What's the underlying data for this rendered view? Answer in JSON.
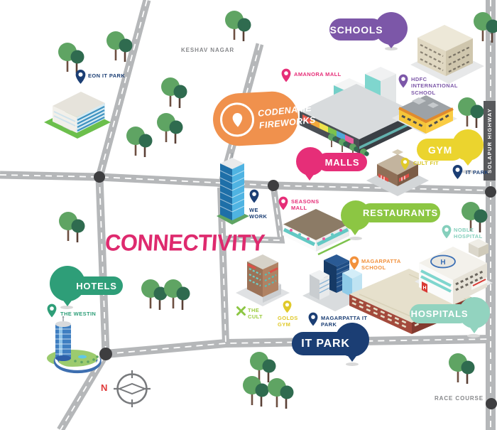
{
  "title": "CONNECTIVITY",
  "title_color": "#DE2A6E",
  "compass": {
    "north": "N"
  },
  "areas": {
    "keshav_nagar": "KESHAV NAGAR",
    "solapur_highway": "SOLAPUR HIGHWAY",
    "race_course": "RACE COURSE"
  },
  "project": {
    "name_line1": "CODENAME",
    "name_line2": "FIREWORKS",
    "color": "#F0914D"
  },
  "badges": {
    "schools": {
      "label": "SCHOOLS",
      "color": "#7C57A8"
    },
    "malls": {
      "label": "MALLS",
      "color": "#E62E78"
    },
    "gym": {
      "label": "GYM",
      "color": "#EBD42E"
    },
    "restaurants": {
      "label": "RESTAURANTS",
      "color": "#8CC643"
    },
    "hotels": {
      "label": "HOTELS",
      "color": "#2E9E78"
    },
    "hospitals": {
      "label": "HOSPITALS",
      "color": "#92D3BF"
    },
    "it_park": {
      "label": "IT PARK",
      "color": "#1B3E74"
    }
  },
  "pins": {
    "eon_it_park": {
      "label": "EON IT PARK",
      "color": "#1B3E74"
    },
    "amanora_mall": {
      "label": "AMANORA MALL",
      "color": "#E62E78"
    },
    "hdfc_international_school": {
      "label": "HDFC INTERNATIONAL SCHOOL",
      "color": "#7C57A8"
    },
    "cult_fit": {
      "label": "CULT FIT",
      "color": "#E0C92A"
    },
    "it_park_highway": {
      "label": "IT PARK",
      "color": "#1B3E74"
    },
    "we_work": {
      "label": "WE WORK",
      "color": "#1B3E74"
    },
    "seasons_mall": {
      "label": "SEASONS MALL",
      "color": "#E62E78"
    },
    "noble_hospital": {
      "label": "NOBLE HOSPITAL",
      "color": "#85CFBC"
    },
    "magarpatta_school": {
      "label": "MAGARPATTA SCHOOL",
      "color": "#F2913C"
    },
    "golds_gym": {
      "label": "GOLDS GYM",
      "color": "#E0C92A"
    },
    "magarpatta_it_park": {
      "label": "MAGARPATTA IT PARK",
      "color": "#1B3E74"
    },
    "the_westin": {
      "label": "THE WESTIN",
      "color": "#2E9E78"
    },
    "the_cult": {
      "label": "THE CULT",
      "color": "#9BCB3C"
    }
  },
  "building_marks": {
    "helipad_letter": "H",
    "hospital_sign_letter": "H"
  }
}
